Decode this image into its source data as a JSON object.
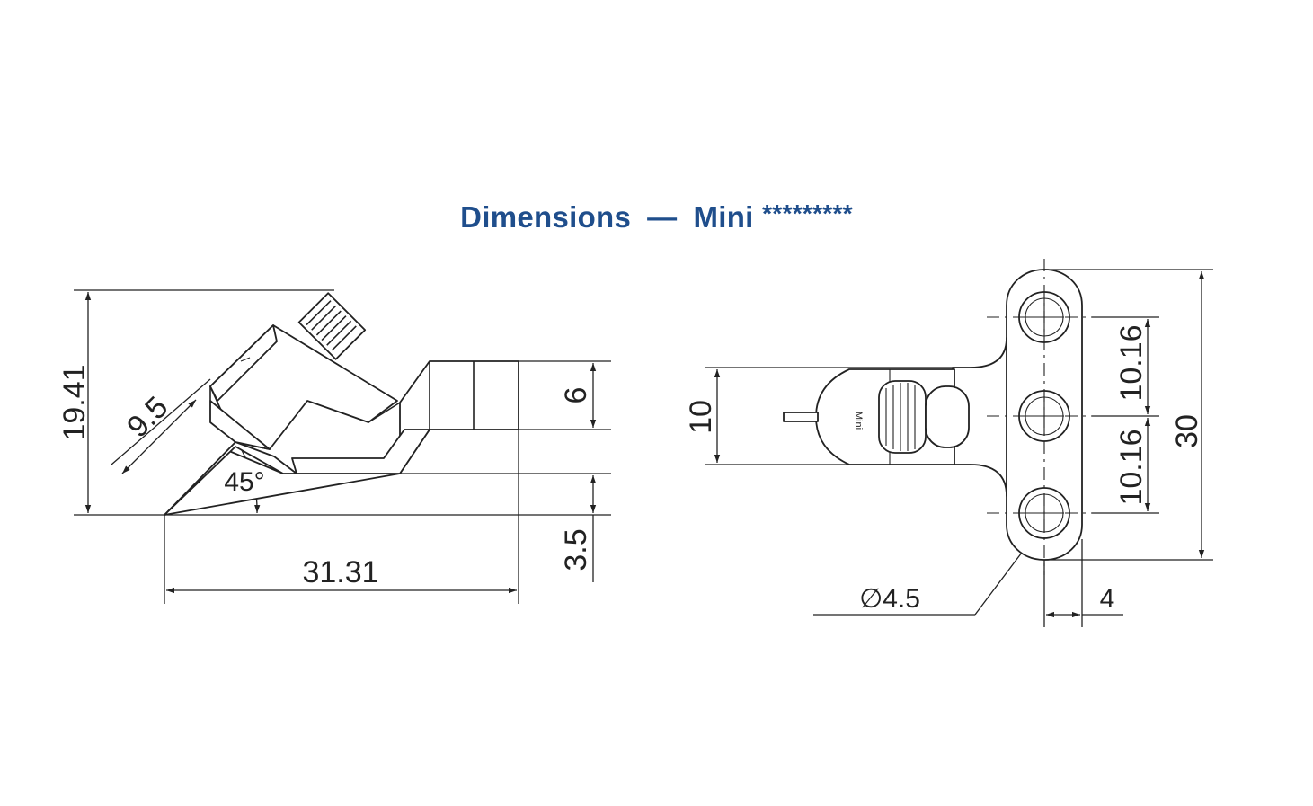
{
  "title": {
    "main": "Dimensions",
    "separator": "—",
    "model": "Mini",
    "suffix": "*********"
  },
  "side_view": {
    "dims": {
      "height": "19.41",
      "thread_len": "9.5",
      "angle": "45°",
      "width": "6",
      "offset": "3.5",
      "length": "31.31"
    }
  },
  "front_view": {
    "dims": {
      "body": "10",
      "pitch_top": "10.16",
      "pitch_bottom": "10.16",
      "overall": "30",
      "hole_dia": "∅4.5",
      "thickness": "4"
    },
    "marking": "Mini"
  }
}
